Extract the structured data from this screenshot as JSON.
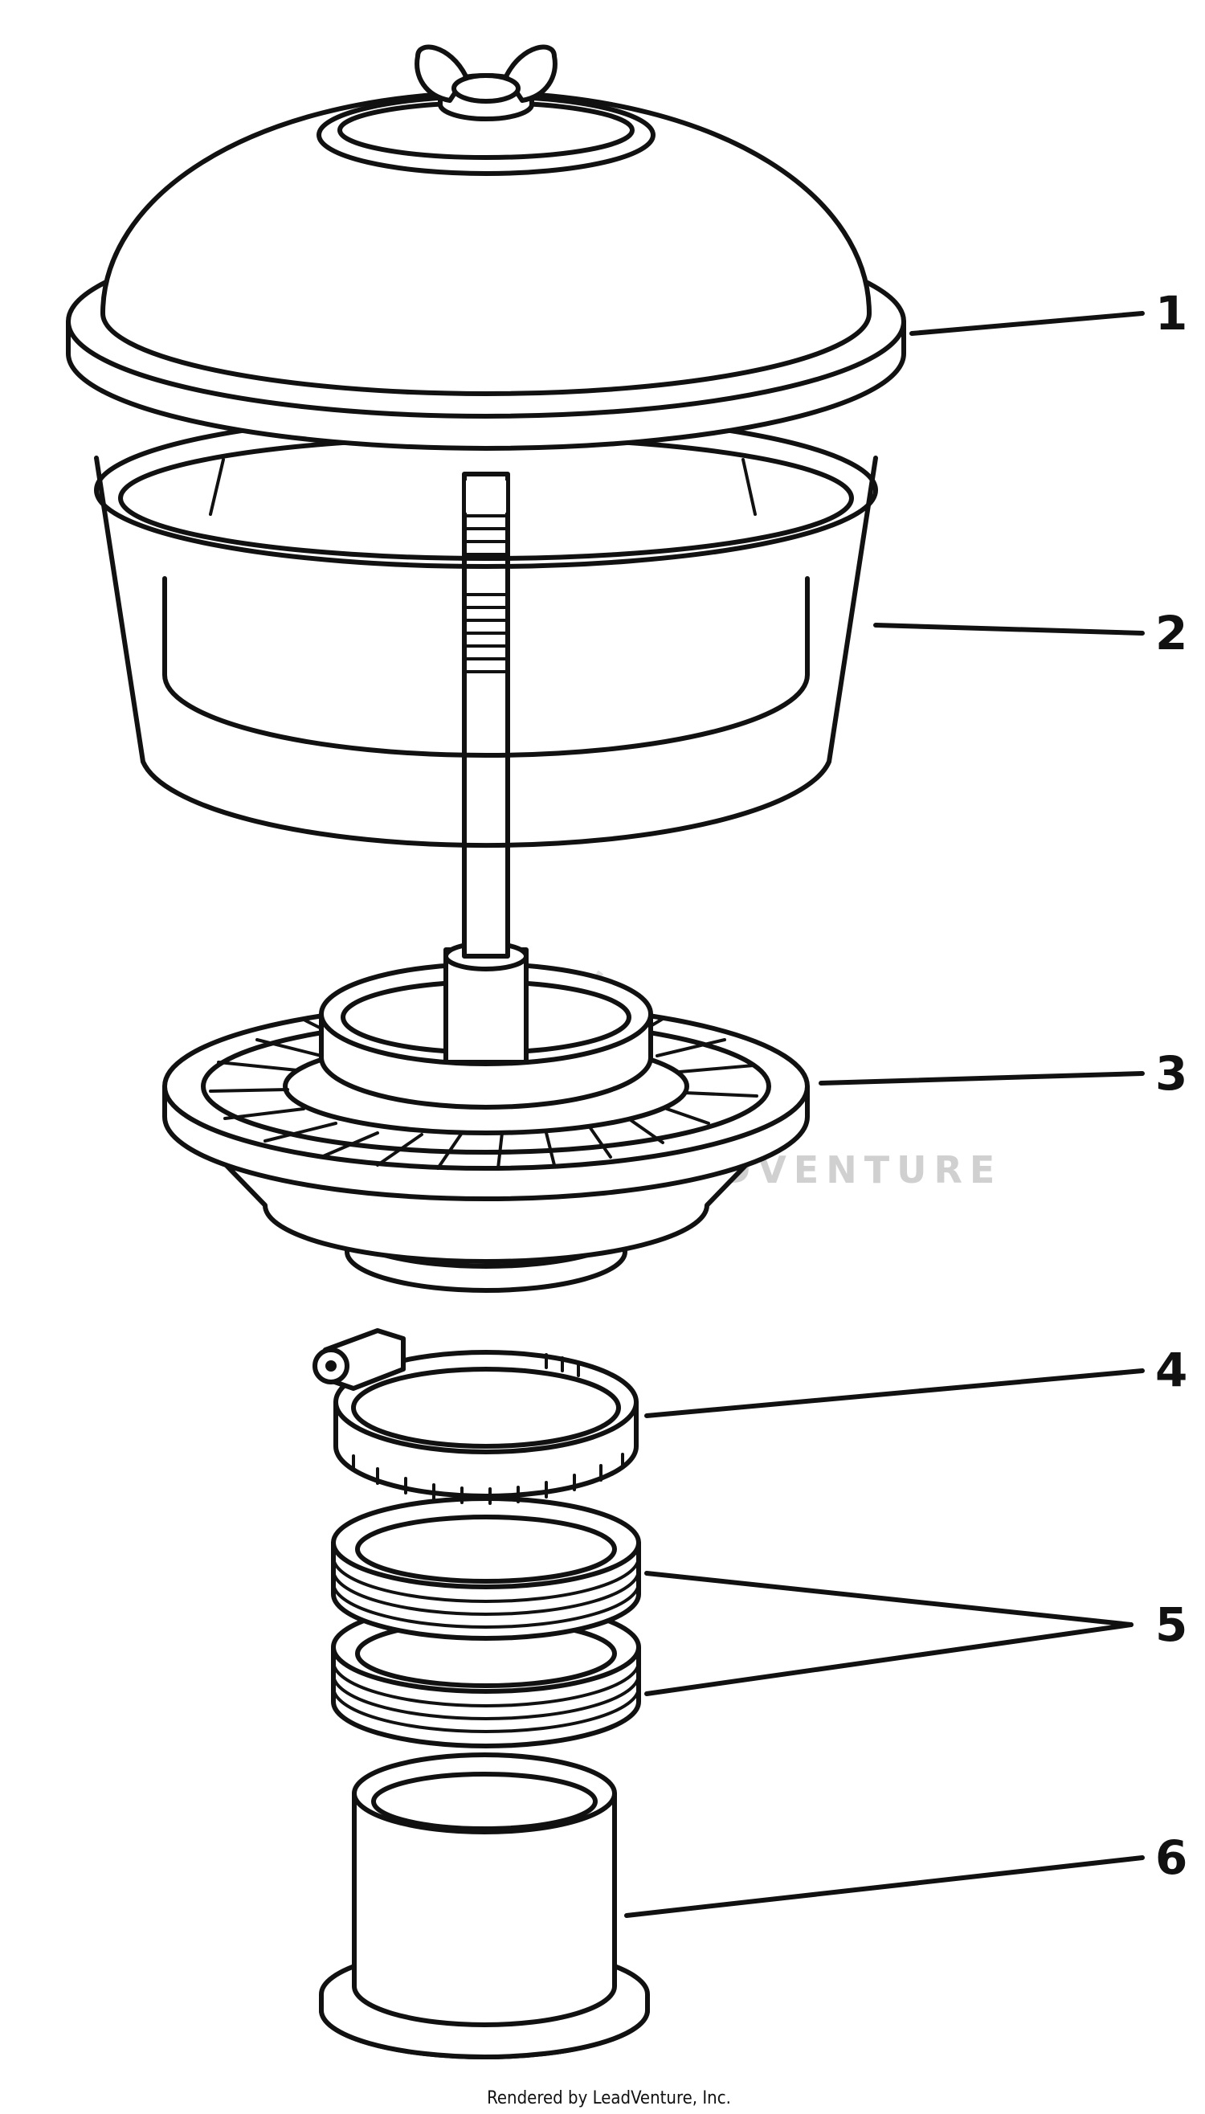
{
  "callouts": [
    {
      "id": "1",
      "label": "1"
    },
    {
      "id": "2",
      "label": "2"
    },
    {
      "id": "3",
      "label": "3"
    },
    {
      "id": "4",
      "label": "4"
    },
    {
      "id": "5",
      "label": "5"
    },
    {
      "id": "6",
      "label": "6"
    }
  ],
  "watermark": "LEADVENTURE",
  "credit": "Rendered by LeadVenture, Inc."
}
